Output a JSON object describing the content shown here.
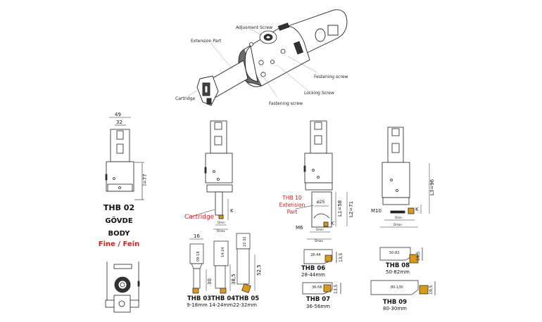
{
  "overview": {
    "callouts": {
      "adjustment_screw": "Adjusment Screw",
      "extension_part": "Extension Part",
      "cartridge": "Cartridge",
      "fastening_screw_right": "Festening screw",
      "locking_screw": "Locking Screw",
      "fastening_screw_bottom": "Fastening screw"
    }
  },
  "body": {
    "code": "THB 02",
    "name_tr": "GÖVDE",
    "name_en": "BODY",
    "variant": "Fine / Fein",
    "dims": {
      "outer_width": "49",
      "inner_width": "32",
      "length": "l=77"
    }
  },
  "small_bore": {
    "cartridge_label": "Cartridge",
    "k_label": "K",
    "dmin_label": "Dmin",
    "dmax_label": "Dmax",
    "tools": [
      {
        "code": "THB 03",
        "range": "9-18mm",
        "marking": "09-18",
        "width": "16",
        "length": "30"
      },
      {
        "code": "THB 04",
        "range": "14-24mm",
        "marking": "14-24",
        "length": "38,5"
      },
      {
        "code": "THB 05",
        "range": "22-32mm",
        "marking": "22-32",
        "length": "52,5"
      }
    ]
  },
  "extension": {
    "label_line1": "THB 10",
    "label_line2": "Extension",
    "label_line3": "Part",
    "diameter": "ø25",
    "l1": "L1=58",
    "l2": "L2=71",
    "thread": "M6",
    "k_label": "K",
    "dmin_label": "Dmin",
    "dmax_label": "Dmax",
    "tools": [
      {
        "code": "THB 06",
        "range": "28-44mm",
        "marking": "28-44",
        "height": "13,5"
      },
      {
        "code": "THB 07",
        "range": "36-56mm",
        "marking": "36-56",
        "height": "13,5"
      }
    ]
  },
  "large_bore": {
    "l3": "L3=96",
    "thread": "M10",
    "k_label": "K",
    "dmin_label": "Dmin",
    "dmax_label": "Dmax",
    "tools": [
      {
        "code": "THB 08",
        "range": "50-82mm",
        "marking": "50-82",
        "height": "19,5"
      },
      {
        "code": "THB 09",
        "range": "80-30mm",
        "marking": "80-130",
        "height": "19,5"
      }
    ]
  },
  "colors": {
    "accent_red": "#d0201c",
    "insert_gold": "#d99a1c",
    "line": "#222222"
  }
}
